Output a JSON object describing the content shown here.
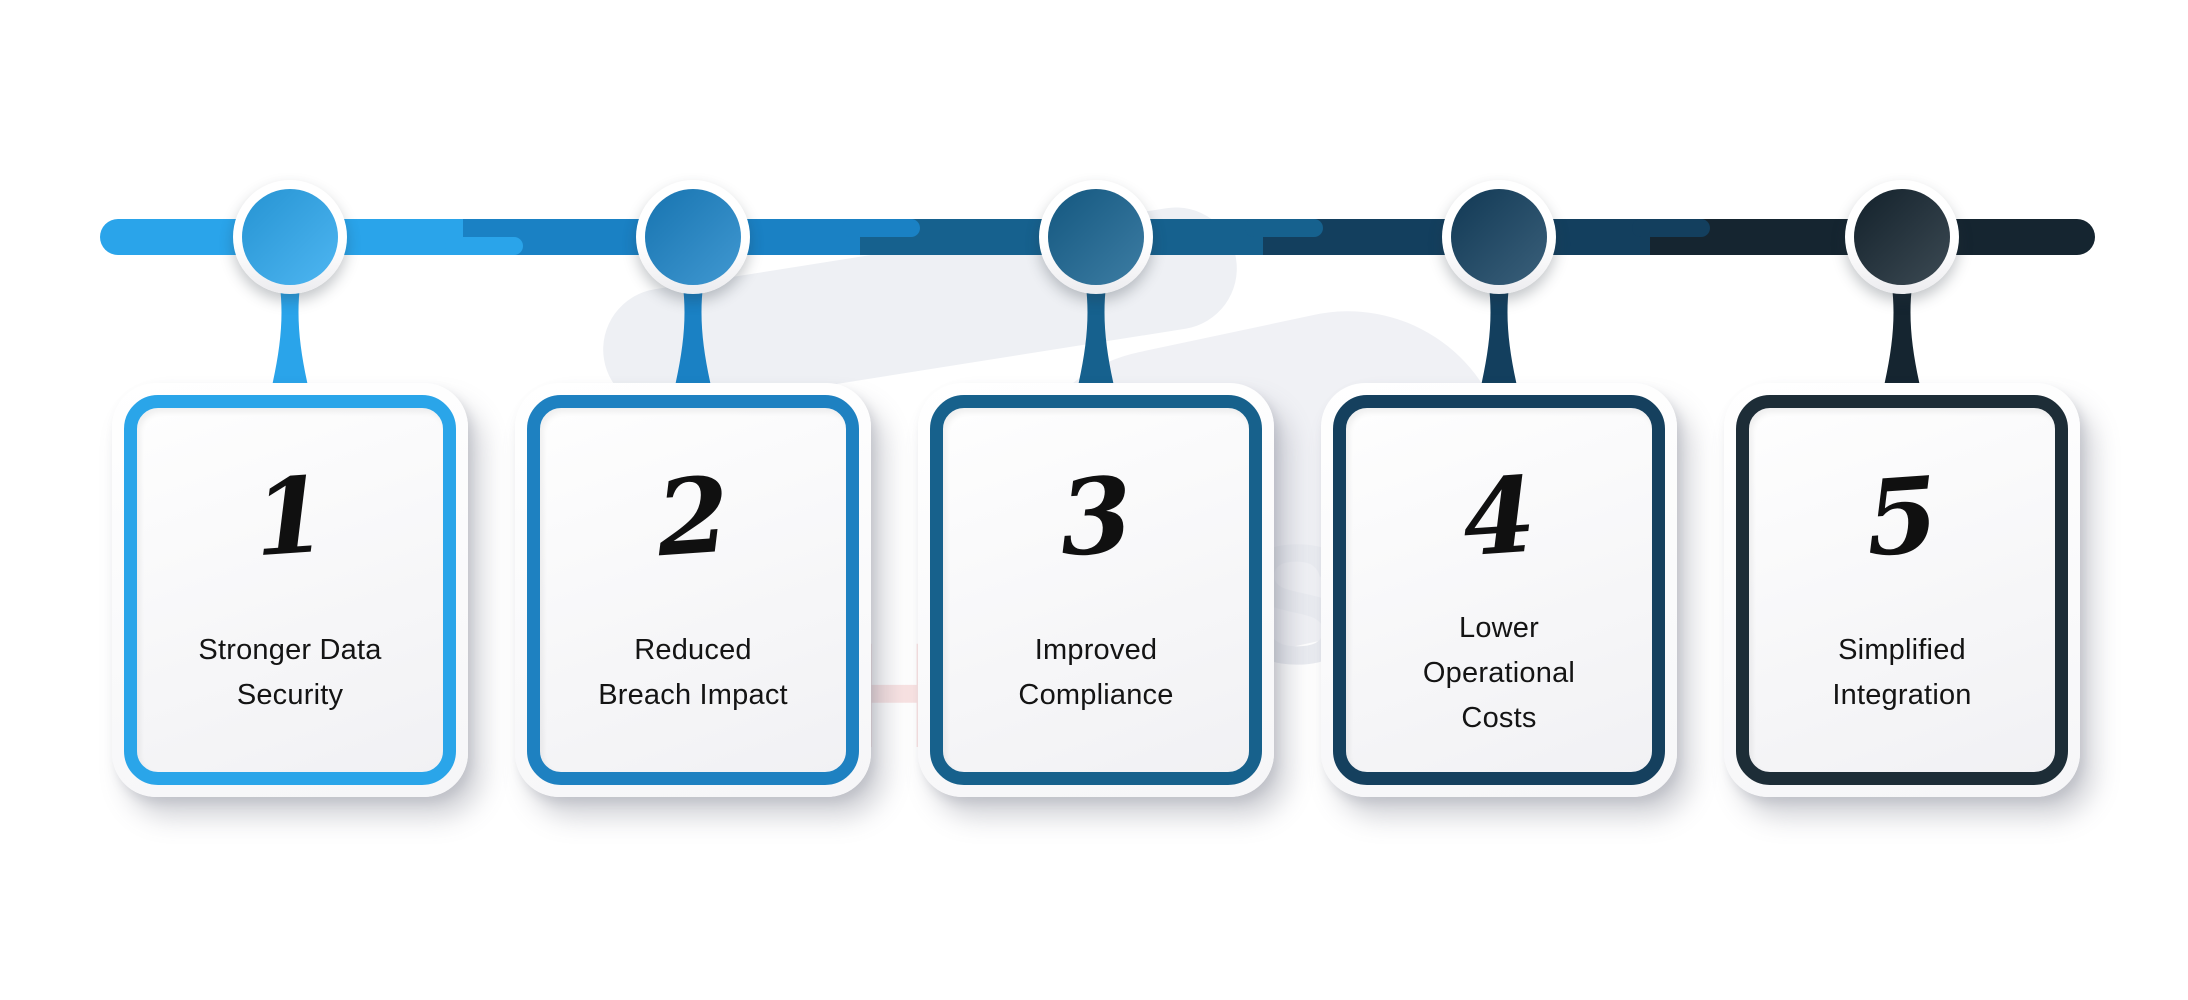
{
  "infographic": {
    "type": "timeline-process",
    "background_color": "#ffffff",
    "text_color": "#141414",
    "steps": [
      {
        "number": "1",
        "label": "Stronger Data Security",
        "lines": [
          "Stronger Data",
          "Security"
        ],
        "color": "#2aa4ea",
        "border_color": "#2aa5e9"
      },
      {
        "number": "2",
        "label": "Reduced Breach Impact",
        "lines": [
          "Reduced",
          "Breach Impact"
        ],
        "color": "#1a81c4",
        "border_color": "#1e81c1"
      },
      {
        "number": "3",
        "label": "Improved Compliance",
        "lines": [
          "Improved",
          "Compliance"
        ],
        "color": "#16618e",
        "border_color": "#17618c"
      },
      {
        "number": "4",
        "label": "Lower Operational Costs",
        "lines": [
          "Lower",
          "Operational",
          "Costs"
        ],
        "color": "#133f5e",
        "border_color": "#15405e"
      },
      {
        "number": "5",
        "label": "Simplified Integration",
        "lines": [
          "Simplified",
          "Integration"
        ],
        "color": "#152530",
        "border_color": "#1d2d37"
      }
    ],
    "watermark": {
      "letter_1": "S",
      "letter_2": "H"
    }
  }
}
